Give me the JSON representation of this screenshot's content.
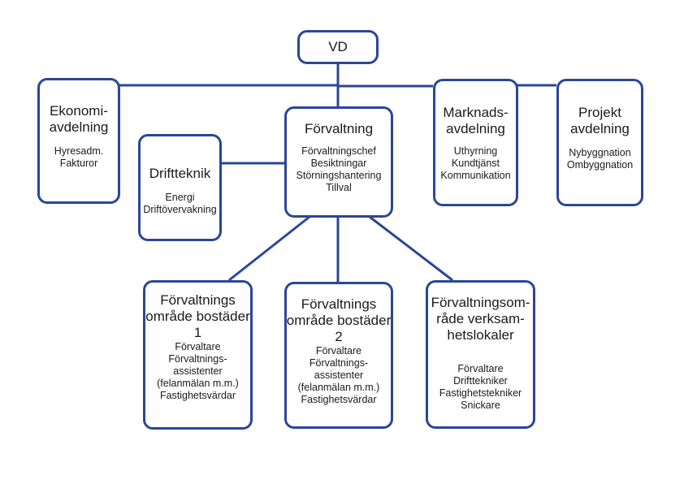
{
  "chart_data": {
    "type": "org-chart",
    "nodes": [
      {
        "id": "vd",
        "title": [
          "VD"
        ],
        "items": []
      },
      {
        "id": "ekonomi",
        "title": [
          "Ekonomi-",
          "avdelning"
        ],
        "items": [
          "Hyresadm.",
          "Fakturor"
        ]
      },
      {
        "id": "driftteknik",
        "title": [
          "Driftteknik"
        ],
        "items": [
          "Energi",
          "Driftövervakning"
        ]
      },
      {
        "id": "forvaltning",
        "title": [
          "Förvaltning"
        ],
        "items": [
          "Förvaltningschef",
          "Besiktningar",
          "Störningshantering",
          "Tillval"
        ]
      },
      {
        "id": "marknad",
        "title": [
          "Marknads-",
          "avdelning"
        ],
        "items": [
          "Uthyrning",
          "Kundtjänst",
          "Kommunikation"
        ]
      },
      {
        "id": "projekt",
        "title": [
          "Projekt",
          "avdelning"
        ],
        "items": [
          "Nybyggnation",
          "Ombyggnation"
        ]
      },
      {
        "id": "fo1",
        "title": [
          "Förvaltnings",
          "område bostäder",
          "1"
        ],
        "items": [
          "Förvaltare",
          "Förvaltnings-",
          "assistenter",
          "(felanmälan m.m.)",
          "Fastighetsvärdar"
        ]
      },
      {
        "id": "fo2",
        "title": [
          "Förvaltnings",
          "område bostäder",
          "2"
        ],
        "items": [
          "Förvaltare",
          "Förvaltnings-",
          "assistenter",
          "(felanmälan m.m.)",
          "Fastighetsvärdar"
        ]
      },
      {
        "id": "fo3",
        "title": [
          "Förvaltningsom-",
          "råde verksam-",
          "hetslokaler"
        ],
        "items": [
          "Förvaltare",
          "Drifttekniker",
          "Fastighetstekniker",
          "Snickare"
        ]
      }
    ],
    "edges": [
      [
        "vd",
        "forvaltning"
      ],
      [
        "vd",
        "ekonomi"
      ],
      [
        "vd",
        "marknad"
      ],
      [
        "vd",
        "projekt"
      ],
      [
        "forvaltning",
        "driftteknik"
      ],
      [
        "forvaltning",
        "fo1"
      ],
      [
        "forvaltning",
        "fo2"
      ],
      [
        "forvaltning",
        "fo3"
      ]
    ],
    "colors": {
      "border": "#2b4699",
      "line": "#2b4699",
      "text": "#1a1a1a"
    }
  }
}
